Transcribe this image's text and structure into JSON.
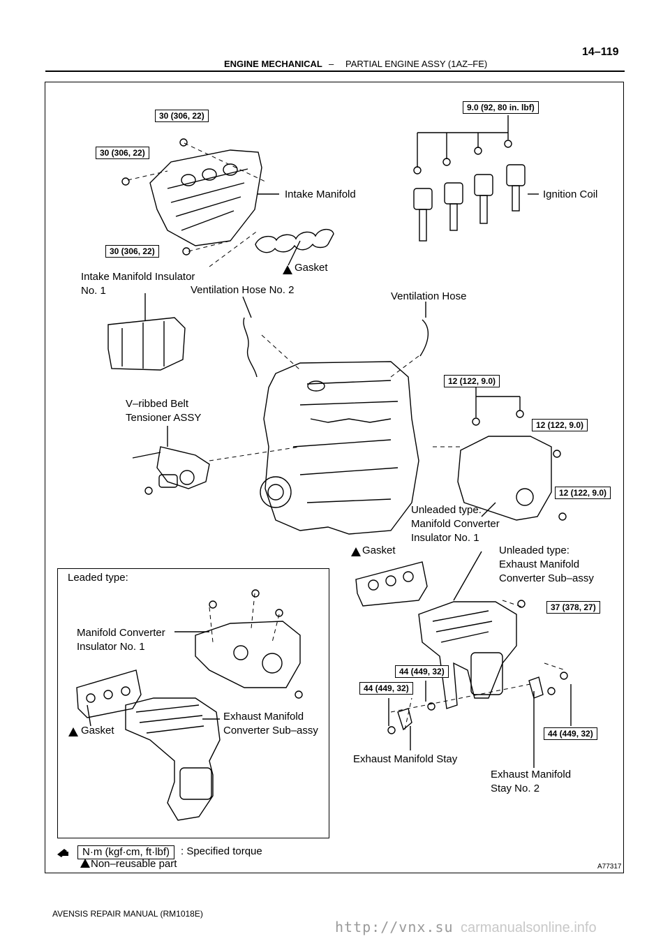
{
  "header": {
    "section": "ENGINE MECHANICAL",
    "separator": "–",
    "subsection": "PARTIAL ENGINE ASSY (1AZ–FE)",
    "page": "14–119"
  },
  "torques": {
    "t1": "30 (306, 22)",
    "t2": "30 (306, 22)",
    "t3": "30 (306, 22)",
    "t4": "9.0 (92, 80 in. lbf)",
    "t5": "12 (122, 9.0)",
    "t6": "12 (122, 9.0)",
    "t7": "12 (122, 9.0)",
    "t8": "37 (378, 27)",
    "t9": "44 (449, 32)",
    "t10": "44 (449, 32)",
    "t11": "44 (449, 32)"
  },
  "labels": {
    "intake_manifold": "Intake Manifold",
    "ignition_coil": "Ignition Coil",
    "gasket_top": "Gasket",
    "intake_insulator": "Intake Manifold Insulator\nNo. 1",
    "vent_hose_2": "Ventilation Hose No. 2",
    "vent_hose": "Ventilation Hose",
    "vribbed": "V–ribbed Belt\nTensioner ASSY",
    "unleaded_insulator": "Unleaded type:\nManifold Converter\nInsulator No. 1",
    "gasket_mid": "Gasket",
    "unleaded_exhaust": "Unleaded type:\nExhaust Manifold\nConverter Sub–assy",
    "leaded_type": "Leaded type:",
    "leaded_insulator": "Manifold Converter\nInsulator No. 1",
    "leaded_exhaust": "Exhaust Manifold\nConverter Sub–assy",
    "gasket_leaded": "Gasket",
    "stay": "Exhaust Manifold Stay",
    "stay2": "Exhaust Manifold\nStay No. 2"
  },
  "legend": {
    "torque_unit": "N·m (kgf·cm, ft·lbf)",
    "torque_desc": ": Specified torque",
    "non_reusable": "Non–reusable part"
  },
  "figure_id": "A77317",
  "footer": "AVENSIS REPAIR MANUAL   (RM1018E)",
  "watermark": "http://vnx.su",
  "watermark2": "carmanualsonline.info"
}
